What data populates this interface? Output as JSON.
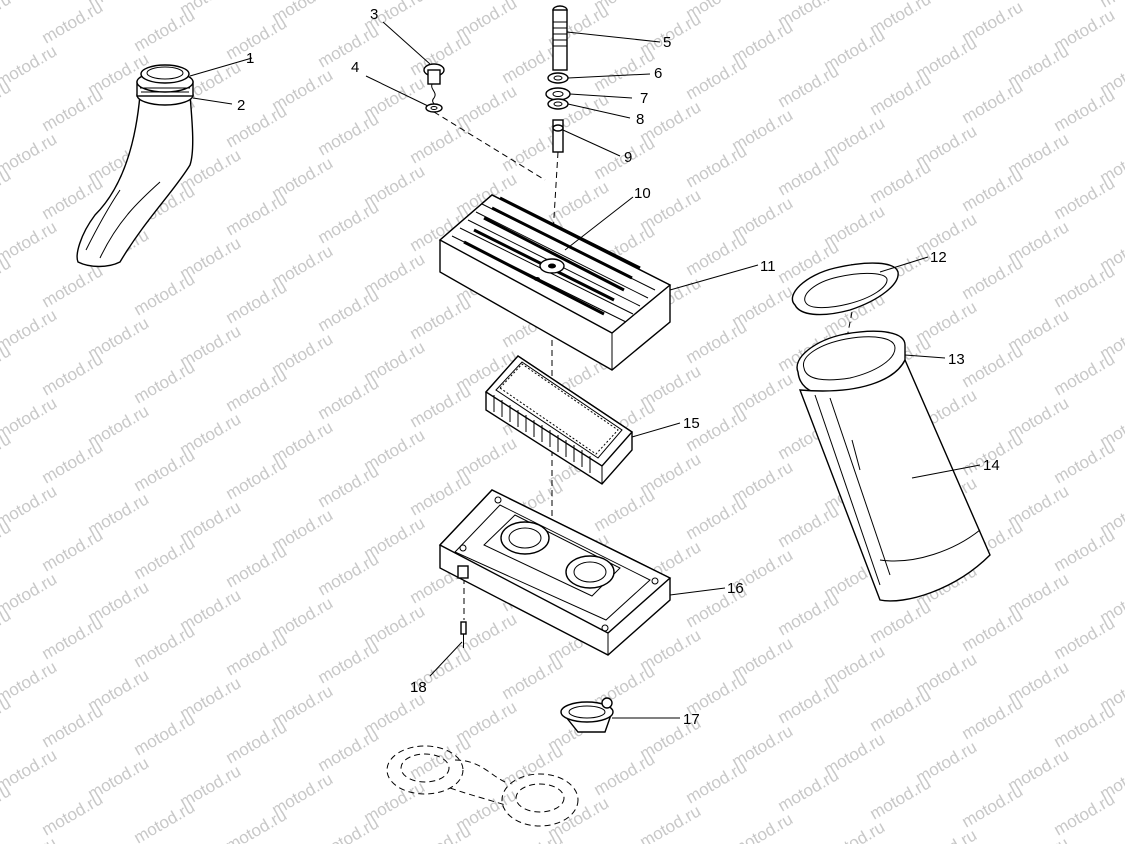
{
  "watermark": {
    "text": "motod.ru"
  },
  "callouts": [
    {
      "id": "1",
      "label": "1"
    },
    {
      "id": "2",
      "label": "2"
    },
    {
      "id": "3",
      "label": "3"
    },
    {
      "id": "4",
      "label": "4"
    },
    {
      "id": "5",
      "label": "5"
    },
    {
      "id": "6",
      "label": "6"
    },
    {
      "id": "7",
      "label": "7"
    },
    {
      "id": "8",
      "label": "8"
    },
    {
      "id": "9",
      "label": "9"
    },
    {
      "id": "10",
      "label": "10"
    },
    {
      "id": "11",
      "label": "11"
    },
    {
      "id": "12",
      "label": "12"
    },
    {
      "id": "13",
      "label": "13"
    },
    {
      "id": "14",
      "label": "14"
    },
    {
      "id": "15",
      "label": "15"
    },
    {
      "id": "16",
      "label": "16"
    },
    {
      "id": "17",
      "label": "17"
    },
    {
      "id": "18",
      "label": "18"
    }
  ]
}
